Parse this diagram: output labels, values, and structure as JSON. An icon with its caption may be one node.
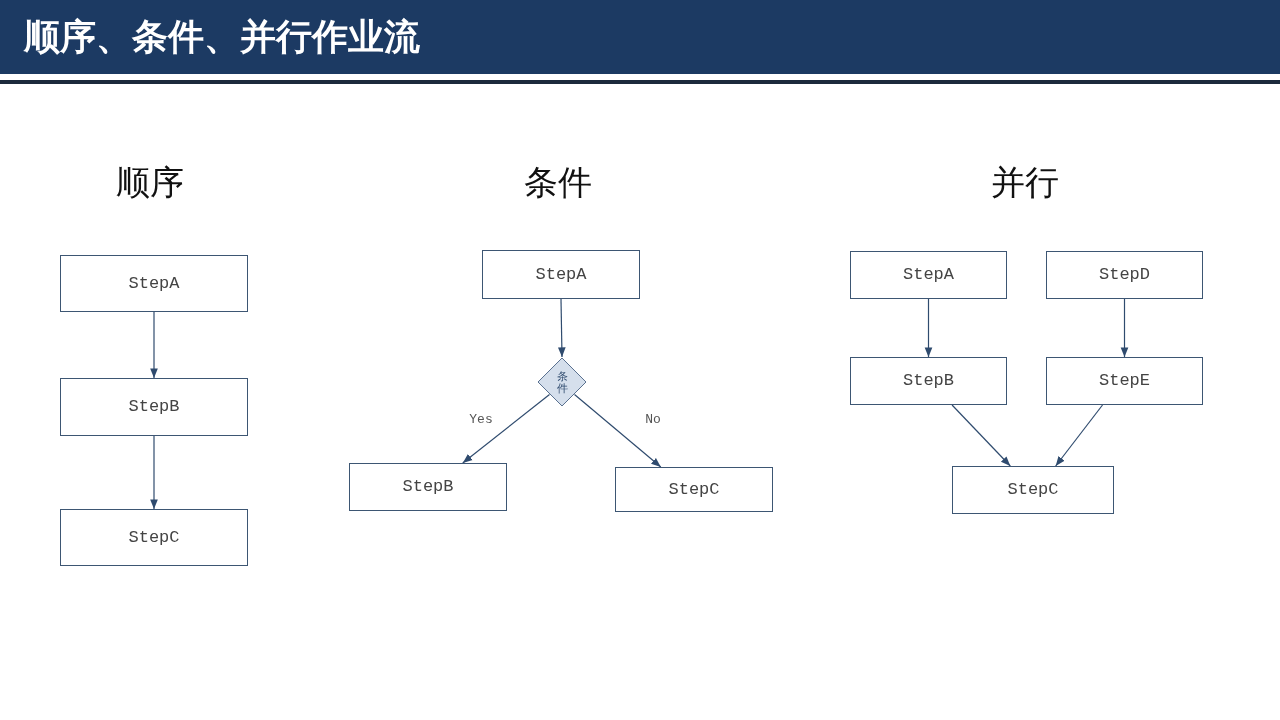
{
  "diagram": {
    "title": "顺序、条件、并行作业流",
    "nodes": [
      {
        "text": [
          "StepA"
        ]
      },
      {
        "text": [
          "StepB"
        ]
      },
      {
        "text": [
          "StepC"
        ]
      },
      {
        "text": [
          "StepA"
        ]
      },
      {
        "text": [
          "条件"
        ]
      },
      {
        "text": [
          "StepB"
        ]
      },
      {
        "text": [
          "StepC"
        ]
      },
      {
        "text": [
          "StepA"
        ]
      },
      {
        "text": [
          "StepD"
        ]
      },
      {
        "text": [
          "StepB"
        ]
      },
      {
        "text": [
          "StepE"
        ]
      },
      {
        "text": [
          "StepC"
        ]
      }
    ],
    "edges": [
      {
        "from": 0,
        "to": 1,
        "arrow": "to"
      },
      {
        "from": 1,
        "to": 2,
        "arrow": "to"
      },
      {
        "from": 3,
        "to": 4,
        "arrow": "to"
      },
      {
        "from": 4,
        "to": 5,
        "arrow": "to",
        "label": "Yes"
      },
      {
        "from": 4,
        "to": 6,
        "arrow": "to",
        "label": "No"
      },
      {
        "from": 7,
        "to": 9,
        "arrow": "to"
      },
      {
        "from": 8,
        "to": 10,
        "arrow": "to"
      },
      {
        "from": 9,
        "to": 11,
        "arrow": "to"
      },
      {
        "from": 10,
        "to": 11,
        "arrow": "to"
      }
    ],
    "labels": [
      "顺序",
      "条件",
      "并行"
    ]
  }
}
